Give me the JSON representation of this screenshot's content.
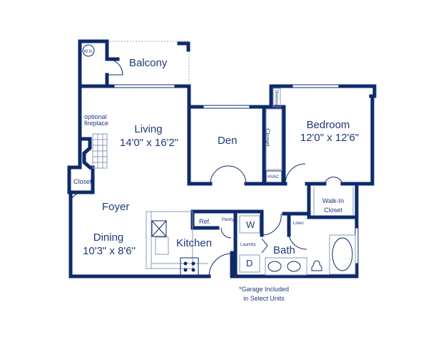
{
  "colors": {
    "wall": "#0e2a6c",
    "text": "#1d3a78"
  },
  "rooms": {
    "wh": "W.H.",
    "balcony": "Balcony",
    "living": {
      "name": "Living",
      "size": "14'0\" x 16'2\""
    },
    "fireplace": [
      "optional",
      "fireplace"
    ],
    "closet_foyer": "Closet",
    "foyer": "Foyer",
    "dining": {
      "name": "Dining",
      "size": "10'3\" x 8'6\""
    },
    "kitchen": "Kitchen",
    "ref": "Ref.",
    "pantry": "Pantry",
    "den": "Den",
    "den_closet": "Closet",
    "hvac": "HVAC",
    "shelves": "Shelves",
    "bedroom": {
      "name": "Bedroom",
      "size": "12'0\" x 12'6\""
    },
    "walkin": [
      "Walk-In",
      "Closet"
    ],
    "linen": "Linen",
    "laundry": "Laundry",
    "washer": "W",
    "dryer": "D",
    "bath": "Bath"
  },
  "note": [
    "*Garage Included",
    "in Select Units"
  ]
}
